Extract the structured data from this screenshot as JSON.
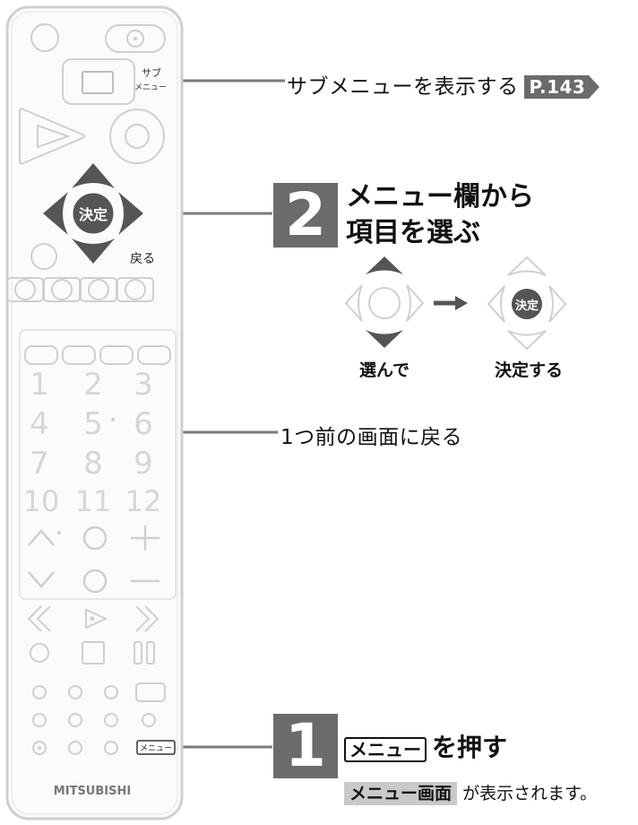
{
  "remote": {
    "brand": "MITSUBISHI",
    "submenu_label_line1": "サブ",
    "submenu_label_line2": "メニュー",
    "enter_label": "決定",
    "back_label": "戻る",
    "menu_key_label": "メニュー",
    "numbers": [
      "1",
      "2",
      "3",
      "4",
      "5",
      "6",
      "7",
      "8",
      "9",
      "10",
      "11",
      "12"
    ]
  },
  "annotations": {
    "submenu_text": "サブメニューを表示する",
    "submenu_page_ref": "P.143",
    "back_text": "1つ前の画面に戻る"
  },
  "step2": {
    "number": "2",
    "title_line1": "メニュー欄から",
    "title_line2": "項目を選ぶ",
    "caption_select": "選んで",
    "caption_confirm": "決定する",
    "enter_label": "決定"
  },
  "step1": {
    "number": "1",
    "key_label": "メニュー",
    "action_text": "を押す",
    "result_highlight": "メニュー画面",
    "result_text": "が表示されます。"
  }
}
